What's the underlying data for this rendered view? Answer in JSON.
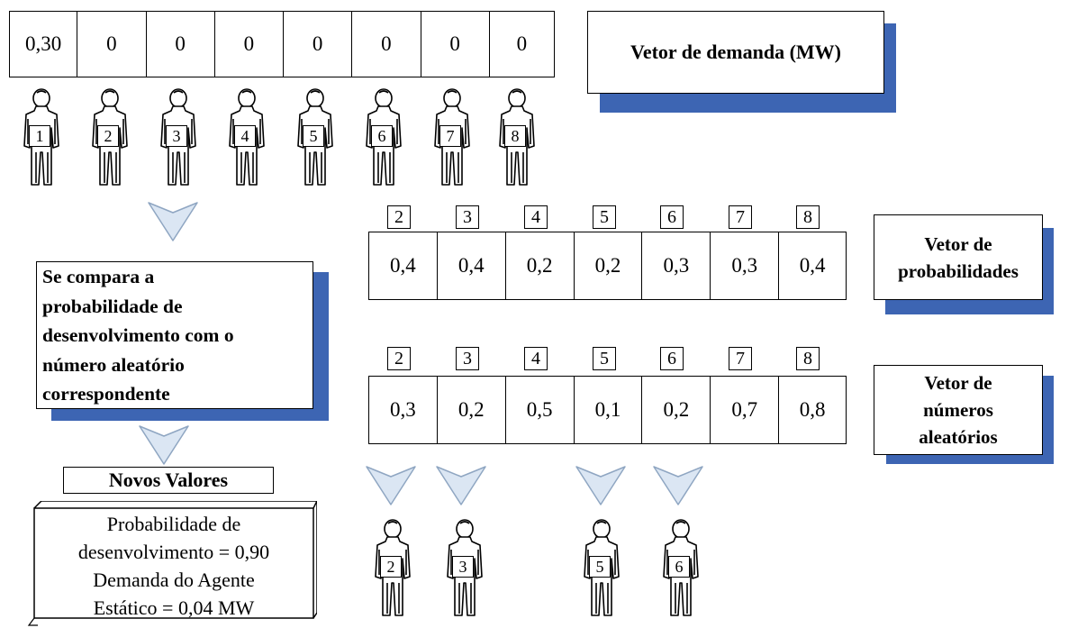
{
  "demand_vector": {
    "values": [
      "0,30",
      "0",
      "0",
      "0",
      "0",
      "0",
      "0",
      "0"
    ],
    "label": "Vetor de demanda (MW)"
  },
  "agents_top": [
    "1",
    "2",
    "3",
    "4",
    "5",
    "6",
    "7",
    "8"
  ],
  "probability_vector": {
    "indices": [
      "2",
      "3",
      "4",
      "5",
      "6",
      "7",
      "8"
    ],
    "values": [
      "0,4",
      "0,4",
      "0,2",
      "0,2",
      "0,3",
      "0,3",
      "0,4"
    ],
    "label_line1": "Vetor de",
    "label_line2": "probabilidades"
  },
  "random_vector": {
    "indices": [
      "2",
      "3",
      "4",
      "5",
      "6",
      "7",
      "8"
    ],
    "values": [
      "0,3",
      "0,2",
      "0,5",
      "0,1",
      "0,2",
      "0,7",
      "0,8"
    ],
    "label_line1": "Vetor de",
    "label_line2": "números",
    "label_line3": "aleatórios"
  },
  "comparison_box": {
    "lines": [
      "Se compara a",
      "probabilidade de",
      "desenvolvimento com o",
      "número aleatório",
      "correspondente"
    ]
  },
  "new_values": {
    "title": "Novos Valores",
    "lines": [
      "Probabilidade de",
      "desenvolvimento = 0,90",
      "Demanda do Agente",
      "Estático = 0,04 MW"
    ]
  },
  "agents_selected": [
    "2",
    "3",
    "5",
    "6"
  ],
  "colors": {
    "shadow": "#3d65b3",
    "arrow_fill": "#dbe6f3",
    "figure_fill": "#ffffff"
  }
}
